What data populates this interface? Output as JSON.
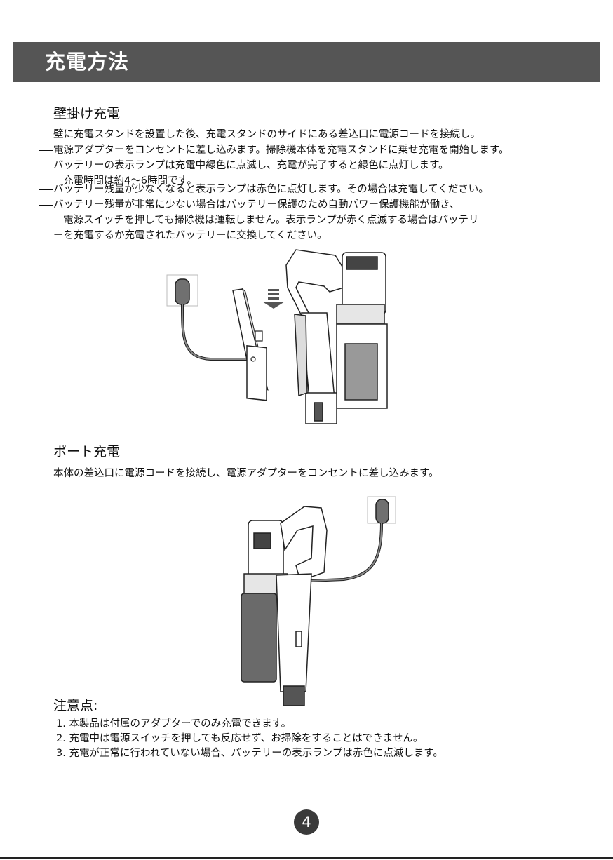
{
  "header": {
    "title": "充電方法"
  },
  "wall": {
    "heading": "壁掛け充電",
    "lines": [
      "壁に充電スタンドを設置した後、充電スタンドのサイドにある差込口に電源コードを接続し。",
      "電源アダプターをコンセントに差し込みます。掃除機本体を充電スタンドに乗せ充電を開始します。",
      "バッテリーの表示ランプは充電中緑色に点滅し、充電が完了すると緑色に点灯します。",
      "充電時間は約4～6時間です。",
      "バッテリー残量が少なくなると表示ランプは赤色に点灯します。その場合は充電してください。",
      "バッテリー残量が非常に少ない場合はバッテリー保護のため自動パワー保護機能が働き、",
      "電源スイッチを押しても掃除機は運転しません。表示ランプが赤く点滅する場合はバッテリ",
      "ーを充電するか充電されたバッテリーに交換してください。"
    ]
  },
  "port": {
    "heading": "ポート充電",
    "line": "本体の差込口に電源コードを接続し、電源アダプターをコンセントに差し込みます。"
  },
  "notes": {
    "heading": "注意点:",
    "items": [
      "1. 本製品は付属のアダプターでのみ充電できます。",
      "2. 充電中は電源スイッチを押しても反応せず、お掃除をすることはできません。",
      "3. 充電が正常に行われていない場合、バッテリーの表示ランプは赤色に点滅します。"
    ]
  },
  "page_number": "4"
}
